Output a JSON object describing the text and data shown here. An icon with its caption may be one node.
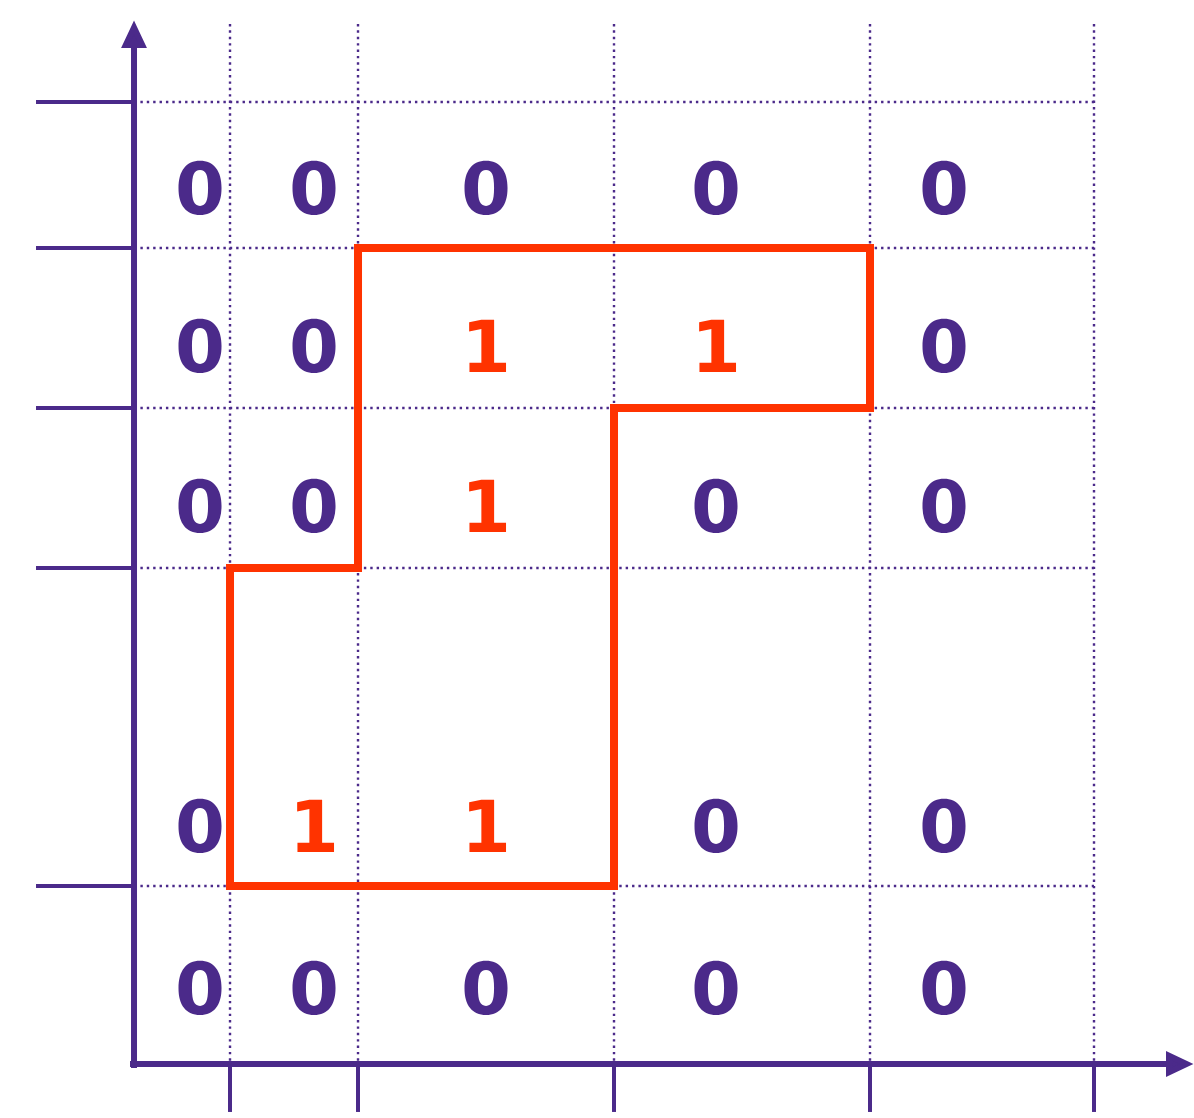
{
  "diagram": {
    "labels": [
      "0",
      "0",
      "0",
      "0",
      "0",
      "0",
      "0",
      "1",
      "1",
      "0",
      "0",
      "0",
      "1",
      "0",
      "0",
      "0",
      "1",
      "1",
      "0",
      "0",
      "0",
      "0",
      "0",
      "0",
      "0"
    ]
  }
}
